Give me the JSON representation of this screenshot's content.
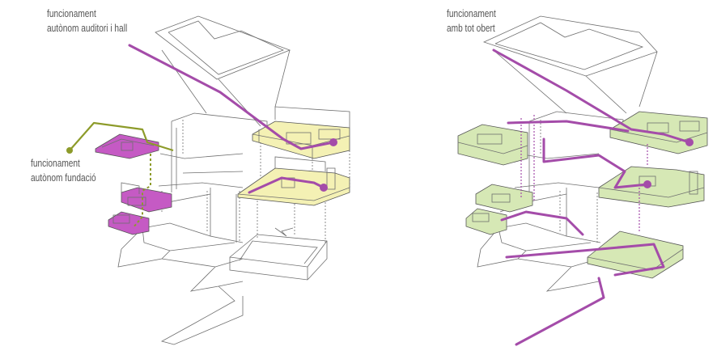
{
  "labels": {
    "left_top_line1": "funcionament",
    "left_top_line2": "autònom auditori i hall",
    "left_mid_line1": "funcionament",
    "left_mid_line2": "autònom fundació",
    "right_top_line1": "funcionament",
    "right_top_line2": "amb tot obert"
  },
  "colors": {
    "auditorium_hall_fill": "#f4f1b4",
    "open_all_fill": "#d6e8b5",
    "foundation_fill": "#c55ac4",
    "purple_route": "#a44ca9",
    "olive_route": "#8d9b2a",
    "wireframe": "#6f6f6f"
  }
}
